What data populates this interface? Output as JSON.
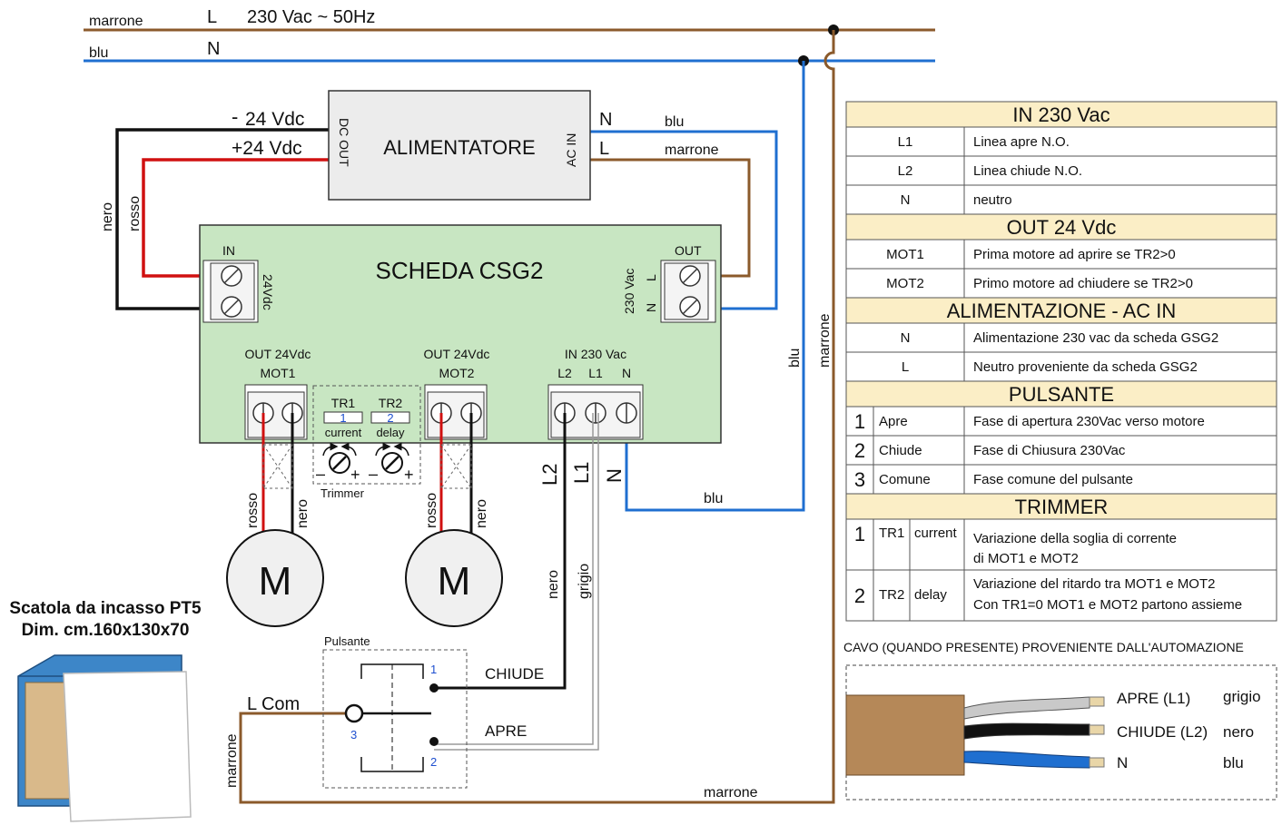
{
  "mains": {
    "wire_brown": "marrone",
    "wire_blue": "blu",
    "phase_letter": "L",
    "neutral_letter": "N",
    "voltage": "230 Vac ~ 50Hz"
  },
  "psu": {
    "title": "ALIMENTATORE",
    "dc_out": "DC OUT",
    "ac_in": "AC IN",
    "minus_label": "24 Vdc",
    "minus_sign": "-",
    "plus_label": "+24 Vdc",
    "n": "N",
    "l": "L",
    "wire_blu": "blu",
    "wire_marrone": "marrone",
    "wire_nero": "nero",
    "wire_rosso": "rosso"
  },
  "board": {
    "title": "SCHEDA CSG2",
    "in_label": "IN",
    "in_24vdc": "24Vdc",
    "out_label": "OUT",
    "out_230vac": "230 Vac",
    "out_l": "L",
    "out_n": "N",
    "out24_1": "OUT 24Vdc",
    "mot1": "MOT1",
    "out24_2": "OUT 24Vdc",
    "mot2": "MOT2",
    "in230": "IN 230 Vac",
    "l2": "L2",
    "l1": "L1",
    "n": "N",
    "tr1": "TR1",
    "tr1_num": "1",
    "tr1_sub": "current",
    "tr2": "TR2",
    "tr2_num": "2",
    "tr2_sub": "delay",
    "trimmer": "Trimmer",
    "minus": "–",
    "plus": "+"
  },
  "motors": {
    "m1": "M",
    "m2": "M",
    "rosso1": "rosso",
    "nero1": "nero",
    "rosso2": "rosso",
    "nero2": "nero"
  },
  "wires": {
    "l2": "L2",
    "l1": "L1",
    "n": "N",
    "blu_bottom": "blu",
    "nero": "nero",
    "grigio": "grigio",
    "blu_vertical": "blu",
    "marrone_vertical": "marrone",
    "marrone_bottom": "marrone",
    "marrone_left": "marrone"
  },
  "button": {
    "title": "Pulsante",
    "chiude": "CHIUDE",
    "apre": "APRE",
    "lcom": "L Com",
    "n1": "1",
    "n2": "2",
    "n3": "3"
  },
  "box": {
    "line1": "Scatola da incasso PT5",
    "line2": "Dim. cm.160x130x70"
  },
  "table": {
    "sections": [
      {
        "header": "IN 230 Vac",
        "rows": [
          {
            "a": "L1",
            "b": "Linea apre N.O."
          },
          {
            "a": "L2",
            "b": "Linea chiude N.O."
          },
          {
            "a": "N",
            "b": "neutro"
          }
        ]
      },
      {
        "header": "OUT 24 Vdc",
        "rows": [
          {
            "a": "MOT1",
            "b": "Prima motore ad aprire se TR2>0"
          },
          {
            "a": "MOT2",
            "b": "Primo motore ad chiudere se TR2>0"
          }
        ]
      },
      {
        "header": "ALIMENTAZIONE - AC IN",
        "rows": [
          {
            "a": "N",
            "b": "Alimentazione 230 vac da scheda  GSG2"
          },
          {
            "a": "L",
            "b": "Neutro proveniente da scheda GSG2"
          }
        ]
      }
    ],
    "pulsante": {
      "header": "PULSANTE",
      "rows": [
        {
          "num": "1",
          "name": "Apre",
          "desc": "Fase di apertura 230Vac verso motore"
        },
        {
          "num": "2",
          "name": "Chiude",
          "desc": "Fase di Chiusura 230Vac"
        },
        {
          "num": "3",
          "name": "Comune",
          "desc": "Fase comune del pulsante"
        }
      ]
    },
    "trimmer": {
      "header": "TRIMMER",
      "rows": [
        {
          "num": "1",
          "tr": "TR1",
          "name": "current",
          "desc1": "Variazione della soglia di corrente",
          "desc2": "di MOT1 e MOT2"
        },
        {
          "num": "2",
          "tr": "TR2",
          "name": "delay",
          "desc1": "Variazione del ritardo tra MOT1 e MOT2",
          "desc2": "Con TR1=0 MOT1 e MOT2 partono assieme"
        }
      ]
    }
  },
  "cable": {
    "title": "CAVO (QUANDO PRESENTE) PROVENIENTE DALL'AUTOMAZIONE",
    "w1": "APRE (L1)",
    "c1": "grigio",
    "w2": "CHIUDE (L2)",
    "c2": "nero",
    "w3": "N",
    "c3": "blu"
  },
  "colors": {
    "brown": "#8b5a2b",
    "blue": "#1f6fd0",
    "red": "#d01010",
    "black": "#111111",
    "grey": "#9a9a9a",
    "board": "#c8e6c2",
    "psu": "#ececec",
    "header": "#fbeec6",
    "cable": "#b58858"
  }
}
